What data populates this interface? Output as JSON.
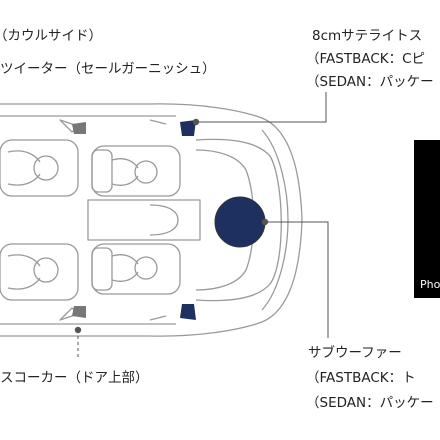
{
  "labels": {
    "cowl_side": "（カウルサイド）",
    "tweeter": "ツイーター（セールガーニッシュ）",
    "satellite": "8cmサテライトス",
    "satellite_fastback": "（FASTBACK：Cピ",
    "satellite_sedan": "（SEDAN：パッケー",
    "door_speaker": "スコーカー（ドア上部）",
    "subwoofer": "サブウーファー",
    "subwoofer_fastback": "（FASTBACK：ト",
    "subwoofer_sedan": "（SEDAN：パッケー",
    "photo_tag": "Pho"
  },
  "colors": {
    "speaker_fill": "#1d3060",
    "line": "#555555",
    "car_outline": "#9a9a9a",
    "panel": "#000000"
  }
}
